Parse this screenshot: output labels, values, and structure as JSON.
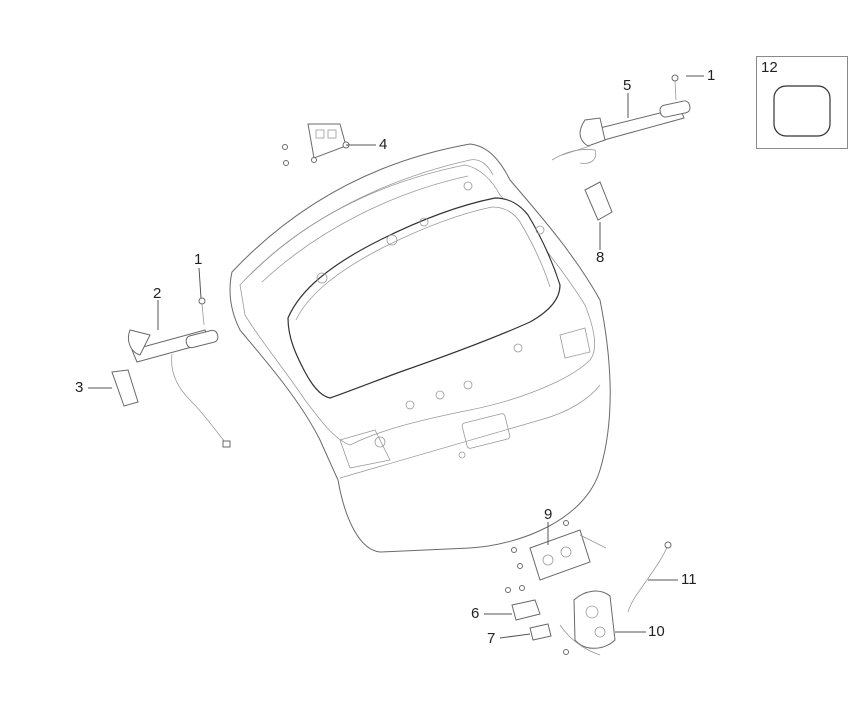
{
  "callouts": [
    {
      "id": "c1a",
      "label": "1"
    },
    {
      "id": "c1b",
      "label": "1"
    },
    {
      "id": "c2",
      "label": "2"
    },
    {
      "id": "c3",
      "label": "3"
    },
    {
      "id": "c4",
      "label": "4"
    },
    {
      "id": "c5",
      "label": "5"
    },
    {
      "id": "c6",
      "label": "6"
    },
    {
      "id": "c7",
      "label": "7"
    },
    {
      "id": "c8",
      "label": "8"
    },
    {
      "id": "c9",
      "label": "9"
    },
    {
      "id": "c10",
      "label": "10"
    },
    {
      "id": "c11",
      "label": "11"
    },
    {
      "id": "c12",
      "label": "12"
    }
  ],
  "colors": {
    "line": "#555555",
    "part_outline": "#6a6a6a",
    "background": "#ffffff"
  }
}
